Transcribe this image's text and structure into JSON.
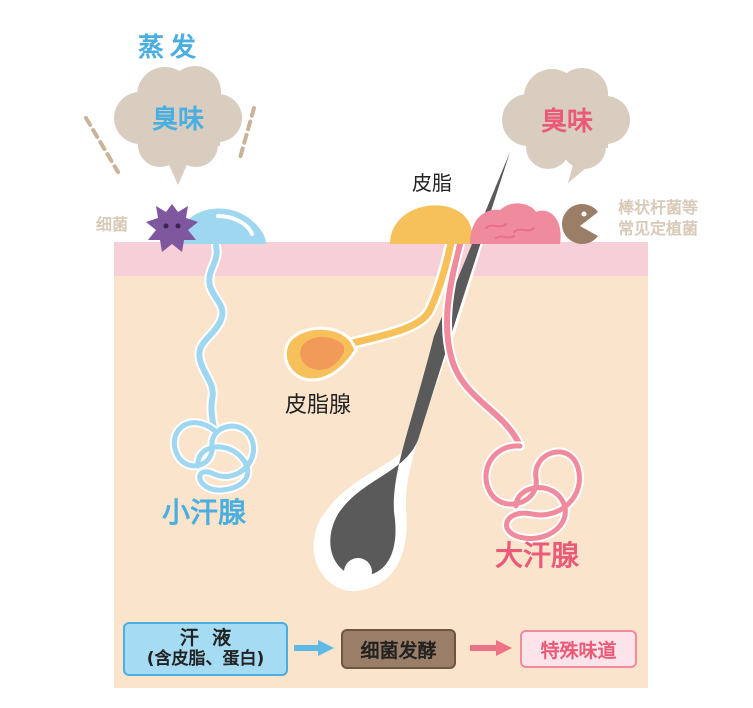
{
  "labels": {
    "evaporation": "蒸发",
    "odor_left": "臭味",
    "odor_right": "臭味",
    "bacteria": "细菌",
    "sebum": "皮脂",
    "sebaceous_gland": "皮脂腺",
    "resident_bacteria_line1": "棒状杆菌等",
    "resident_bacteria_line2": "常见定植菌",
    "eccrine_gland": "小汗腺",
    "apocrine_gland": "大汗腺"
  },
  "flow": {
    "step1_line1": "汗  液",
    "step1_line2": "(含皮脂、蛋白)",
    "step2": "细菌发酵",
    "step3": "特殊味道"
  },
  "colors": {
    "evaporation_text": "#4aaee0",
    "odor_text": "#ea5a79",
    "cloud": "#d9cdbf",
    "bacteria_text": "#d8cab8",
    "epidermis": "#f7cfd8",
    "dermis": "#fbe4cc",
    "eccrine": "#9fd6f0",
    "eccrine_text": "#4aaee0",
    "apocrine": "#f08a9d",
    "apocrine_text": "#ea5a79",
    "sebum": "#f6c15b",
    "sebum_core": "#f19a5a",
    "hair": "#5a5a5a",
    "bacterium": "#7e579f",
    "resident_bacterium": "#9b7e67",
    "step1_bg": "#a6dcf3",
    "step1_border": "#4aaee0",
    "step2_bg": "#9b7e67",
    "step3_bg": "#fde3ea",
    "step3_border": "#f08a9d",
    "arrow_blue": "#5db9e5",
    "arrow_pink": "#ee7285"
  }
}
